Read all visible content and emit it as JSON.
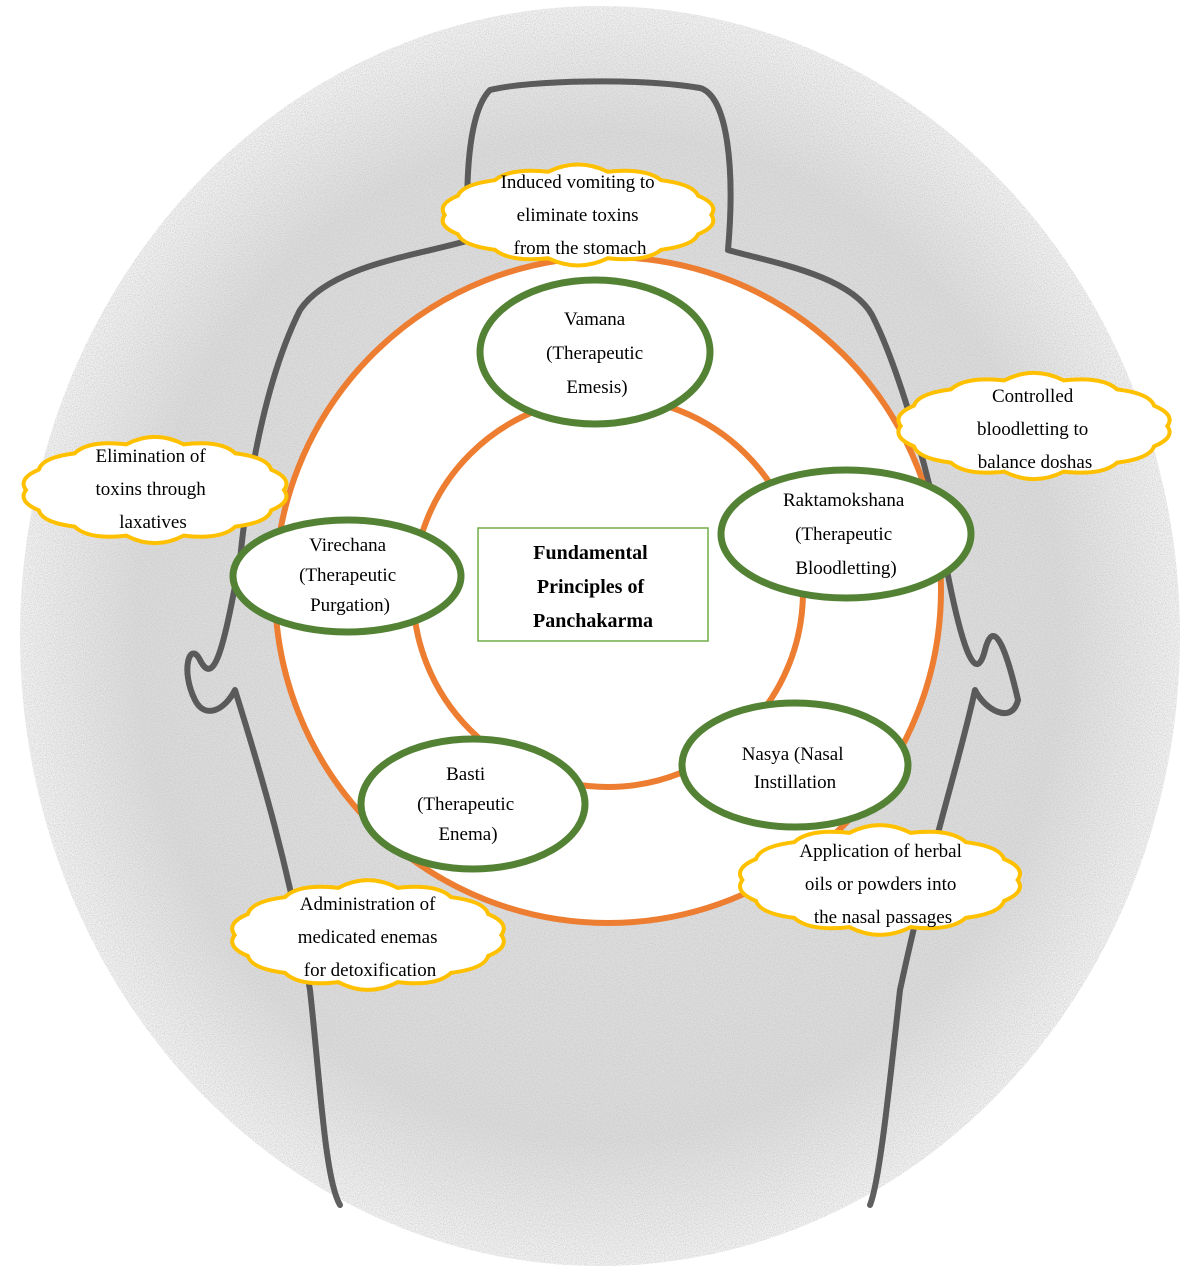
{
  "center": {
    "lines": [
      "Fundamental",
      "Principles of",
      "Panchakarma"
    ],
    "border_color": "#70ad47"
  },
  "therapies": [
    {
      "id": "vamana",
      "lines": [
        "Vamana",
        "(Therapeutic",
        "Emesis)"
      ]
    },
    {
      "id": "raktamokshana",
      "lines": [
        "Raktamokshana",
        "(Therapeutic",
        "Bloodletting)"
      ]
    },
    {
      "id": "nasya",
      "lines": [
        "Nasya (Nasal",
        "Instillation"
      ]
    },
    {
      "id": "basti",
      "lines": [
        "Basti",
        "(Therapeutic",
        "Enema)"
      ]
    },
    {
      "id": "virechana",
      "lines": [
        "Virechana",
        "(Therapeutic",
        "Purgation)"
      ]
    }
  ],
  "descriptions": [
    {
      "id": "vamana",
      "lines": [
        "Induced vomiting to",
        "eliminate toxins",
        "from the stomach"
      ]
    },
    {
      "id": "raktamokshana",
      "lines": [
        "Controlled",
        "bloodletting to",
        "balance doshas"
      ]
    },
    {
      "id": "nasya",
      "lines": [
        "Application of herbal",
        "oils or powders into",
        "the nasal passages"
      ]
    },
    {
      "id": "basti",
      "lines": [
        "Administration of",
        "medicated enemas",
        "for detoxification"
      ]
    },
    {
      "id": "virechana",
      "lines": [
        "Elimination of",
        "toxins through",
        "laxatives"
      ]
    }
  ],
  "colors": {
    "ring": "#ed7d31",
    "therapy_border": "#548235",
    "cloud_border": "#ffc000",
    "background_texture": "#cfcfcf",
    "body_outline": "#444444"
  }
}
